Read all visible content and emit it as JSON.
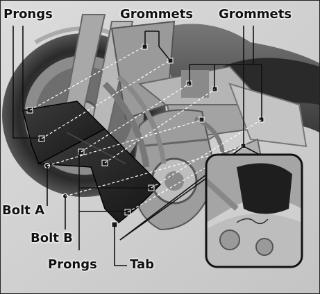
{
  "labels": {
    "prongs_top": "Prongs",
    "grommets_left": "Grommets",
    "grommets_right": "Grommets",
    "bolt_a": "Bolt A",
    "bolt_b": "Bolt B",
    "prongs_bottom": "Prongs",
    "tab": "Tab"
  }
}
